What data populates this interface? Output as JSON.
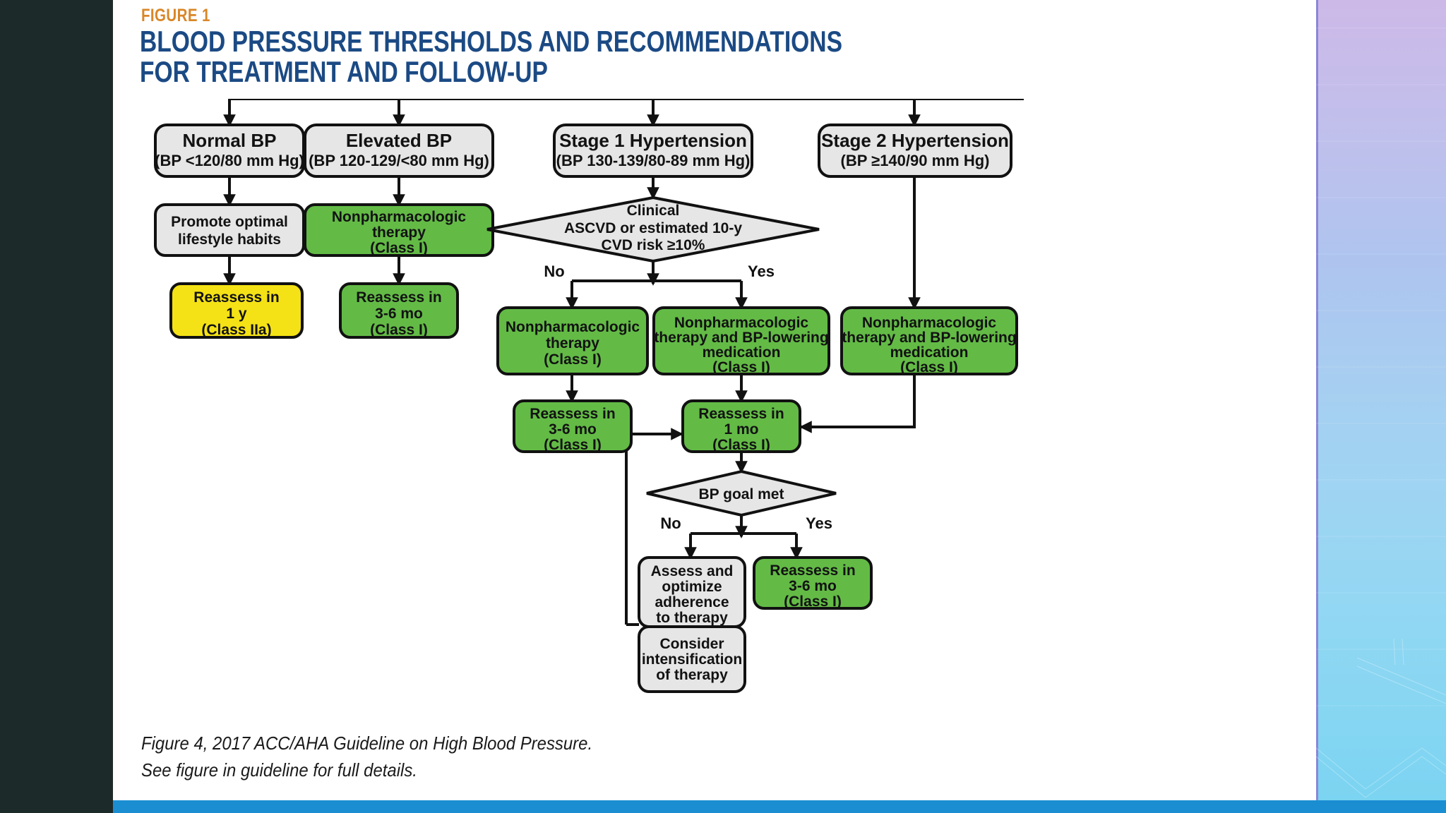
{
  "figure": {
    "label": "FIGURE 1",
    "title_line1": "BLOOD PRESSURE THRESHOLDS AND RECOMMENDATIONS",
    "title_line2": "FOR TREATMENT AND FOLLOW-UP",
    "caption_line1": "Figure 4, 2017 ACC/AHA Guideline on High Blood Pressure.",
    "caption_line2": "See figure in guideline for full details."
  },
  "colors": {
    "accent_orange": "#d98628",
    "title_blue": "#1b4a84",
    "bottom_bar_blue": "#1b8ed2",
    "left_rail": "#1d2a2a",
    "box_grey": "#e6e6e6",
    "box_green": "#63bb46",
    "box_yellow": "#f5e216",
    "stroke": "#111111"
  },
  "chart_data": {
    "type": "flowchart",
    "title": "Blood Pressure Thresholds and Recommendations for Treatment and Follow-Up",
    "nodes": [
      {
        "id": "normal_bp",
        "shape": "rounded-rect",
        "fill": "grey",
        "lines": [
          "Normal BP",
          "(BP <120/80 mm Hg)"
        ]
      },
      {
        "id": "elevated_bp",
        "shape": "rounded-rect",
        "fill": "grey",
        "lines": [
          "Elevated BP",
          "(BP 120-129/<80 mm Hg)"
        ]
      },
      {
        "id": "stage1",
        "shape": "rounded-rect",
        "fill": "grey",
        "lines": [
          "Stage 1 Hypertension",
          "(BP 130-139/80-89 mm Hg)"
        ]
      },
      {
        "id": "stage2",
        "shape": "rounded-rect",
        "fill": "grey",
        "lines": [
          "Stage 2 Hypertension",
          "(BP ≥140/90 mm Hg)"
        ]
      },
      {
        "id": "promote",
        "shape": "rounded-rect",
        "fill": "grey",
        "lines": [
          "Promote optimal",
          "lifestyle habits"
        ]
      },
      {
        "id": "nonpharm_elev",
        "shape": "rounded-rect",
        "fill": "green",
        "lines": [
          "Nonpharmacologic",
          "therapy",
          "(Class I)"
        ]
      },
      {
        "id": "reassess_1y",
        "shape": "rounded-rect",
        "fill": "yellow",
        "lines": [
          "Reassess in",
          "1 y",
          "(Class IIa)"
        ]
      },
      {
        "id": "reassess_36mo_elev",
        "shape": "rounded-rect",
        "fill": "green",
        "lines": [
          "Reassess in",
          "3-6 mo",
          "(Class I)"
        ]
      },
      {
        "id": "ascvd_risk",
        "shape": "diamond",
        "fill": "grey",
        "lines": [
          "Clinical",
          "ASCVD or estimated 10-y",
          "CVD risk ≥10%"
        ]
      },
      {
        "id": "nonpharm_no",
        "shape": "rounded-rect",
        "fill": "green",
        "lines": [
          "Nonpharmacologic",
          "therapy",
          "(Class I)"
        ]
      },
      {
        "id": "nonpharm_med_yes",
        "shape": "rounded-rect",
        "fill": "green",
        "lines": [
          "Nonpharmacologic",
          "therapy and BP-lowering",
          "medication",
          "(Class I)"
        ]
      },
      {
        "id": "nonpharm_med_s2",
        "shape": "rounded-rect",
        "fill": "green",
        "lines": [
          "Nonpharmacologic",
          "therapy and BP-lowering",
          "medication",
          "(Class I)"
        ]
      },
      {
        "id": "reassess_36mo_no",
        "shape": "rounded-rect",
        "fill": "green",
        "lines": [
          "Reassess in",
          "3-6 mo",
          "(Class I)"
        ]
      },
      {
        "id": "reassess_1mo",
        "shape": "rounded-rect",
        "fill": "green",
        "lines": [
          "Reassess in",
          "1  mo",
          "(Class I)"
        ]
      },
      {
        "id": "bp_goal_met",
        "shape": "diamond",
        "fill": "grey",
        "lines": [
          "BP goal met"
        ]
      },
      {
        "id": "assess_adherence",
        "shape": "rounded-rect",
        "fill": "grey",
        "lines": [
          "Assess and",
          "optimize",
          "adherence",
          "to therapy"
        ]
      },
      {
        "id": "reassess_36mo_yes",
        "shape": "rounded-rect",
        "fill": "green",
        "lines": [
          "Reassess in",
          "3-6 mo",
          "(Class I)"
        ]
      },
      {
        "id": "consider_intens",
        "shape": "rounded-rect",
        "fill": "grey",
        "lines": [
          "Consider",
          "intensification",
          "of therapy"
        ]
      }
    ],
    "edge_labels": {
      "ascvd_no": "No",
      "ascvd_yes": "Yes",
      "goal_no": "No",
      "goal_yes": "Yes"
    },
    "edges": [
      {
        "from": "root",
        "to": "normal_bp"
      },
      {
        "from": "root",
        "to": "elevated_bp"
      },
      {
        "from": "root",
        "to": "stage1"
      },
      {
        "from": "root",
        "to": "stage2"
      },
      {
        "from": "normal_bp",
        "to": "promote"
      },
      {
        "from": "promote",
        "to": "reassess_1y"
      },
      {
        "from": "elevated_bp",
        "to": "nonpharm_elev"
      },
      {
        "from": "nonpharm_elev",
        "to": "reassess_36mo_elev"
      },
      {
        "from": "stage1",
        "to": "ascvd_risk"
      },
      {
        "from": "ascvd_risk",
        "to": "nonpharm_no",
        "label": "No"
      },
      {
        "from": "ascvd_risk",
        "to": "nonpharm_med_yes",
        "label": "Yes"
      },
      {
        "from": "stage2",
        "to": "nonpharm_med_s2"
      },
      {
        "from": "nonpharm_no",
        "to": "reassess_36mo_no"
      },
      {
        "from": "nonpharm_med_yes",
        "to": "reassess_1mo"
      },
      {
        "from": "nonpharm_med_s2",
        "to": "reassess_1mo"
      },
      {
        "from": "reassess_1mo",
        "to": "bp_goal_met"
      },
      {
        "from": "bp_goal_met",
        "to": "assess_adherence",
        "label": "No"
      },
      {
        "from": "bp_goal_met",
        "to": "reassess_36mo_yes",
        "label": "Yes"
      },
      {
        "from": "assess_adherence",
        "to": "consider_intens"
      },
      {
        "from": "consider_intens",
        "to": "reassess_1mo"
      }
    ]
  },
  "flow_text": {
    "normal_bp_title": "Normal BP",
    "normal_bp_sub": "(BP <120/80 mm Hg)",
    "elevated_bp_title": "Elevated BP",
    "elevated_bp_sub": "(BP 120-129/<80 mm Hg)",
    "stage1_title": "Stage 1 Hypertension",
    "stage1_sub": "(BP 130-139/80-89 mm Hg)",
    "stage2_title": "Stage 2 Hypertension",
    "stage2_sub": "(BP ≥140/90 mm Hg)",
    "promote_l1": "Promote optimal",
    "promote_l2": "lifestyle habits",
    "nonpharm_elev_l1": "Nonpharmacologic",
    "nonpharm_elev_l2": "therapy",
    "nonpharm_elev_l3": "(Class I)",
    "reassess_1y_l1": "Reassess in",
    "reassess_1y_l2": "1 y",
    "reassess_1y_l3": "(Class IIa)",
    "reassess_36mo_elev_l1": "Reassess in",
    "reassess_36mo_elev_l2": "3-6 mo",
    "reassess_36mo_elev_l3": "(Class I)",
    "ascvd_l1": "Clinical",
    "ascvd_l2": "ASCVD or estimated 10-y",
    "ascvd_l3": "CVD risk ≥10%",
    "ascvd_no": "No",
    "ascvd_yes": "Yes",
    "nonpharm_no_l1": "Nonpharmacologic",
    "nonpharm_no_l2": "therapy",
    "nonpharm_no_l3": "(Class I)",
    "nonpharm_med_yes_l1": "Nonpharmacologic",
    "nonpharm_med_yes_l2": "therapy and BP-lowering",
    "nonpharm_med_yes_l3": "medication",
    "nonpharm_med_yes_l4": "(Class I)",
    "nonpharm_med_s2_l1": "Nonpharmacologic",
    "nonpharm_med_s2_l2": "therapy and BP-lowering",
    "nonpharm_med_s2_l3": "medication",
    "nonpharm_med_s2_l4": "(Class I)",
    "reassess_36mo_no_l1": "Reassess in",
    "reassess_36mo_no_l2": "3-6 mo",
    "reassess_36mo_no_l3": "(Class I)",
    "reassess_1mo_l1": "Reassess in",
    "reassess_1mo_l2": "1  mo",
    "reassess_1mo_l3": "(Class I)",
    "bp_goal_met": "BP goal met",
    "goal_no": "No",
    "goal_yes": "Yes",
    "assess_l1": "Assess and",
    "assess_l2": "optimize",
    "assess_l3": "adherence",
    "assess_l4": "to therapy",
    "reassess_36mo_yes_l1": "Reassess in",
    "reassess_36mo_yes_l2": "3-6 mo",
    "reassess_36mo_yes_l3": "(Class I)",
    "consider_l1": "Consider",
    "consider_l2": "intensification",
    "consider_l3": "of therapy"
  }
}
